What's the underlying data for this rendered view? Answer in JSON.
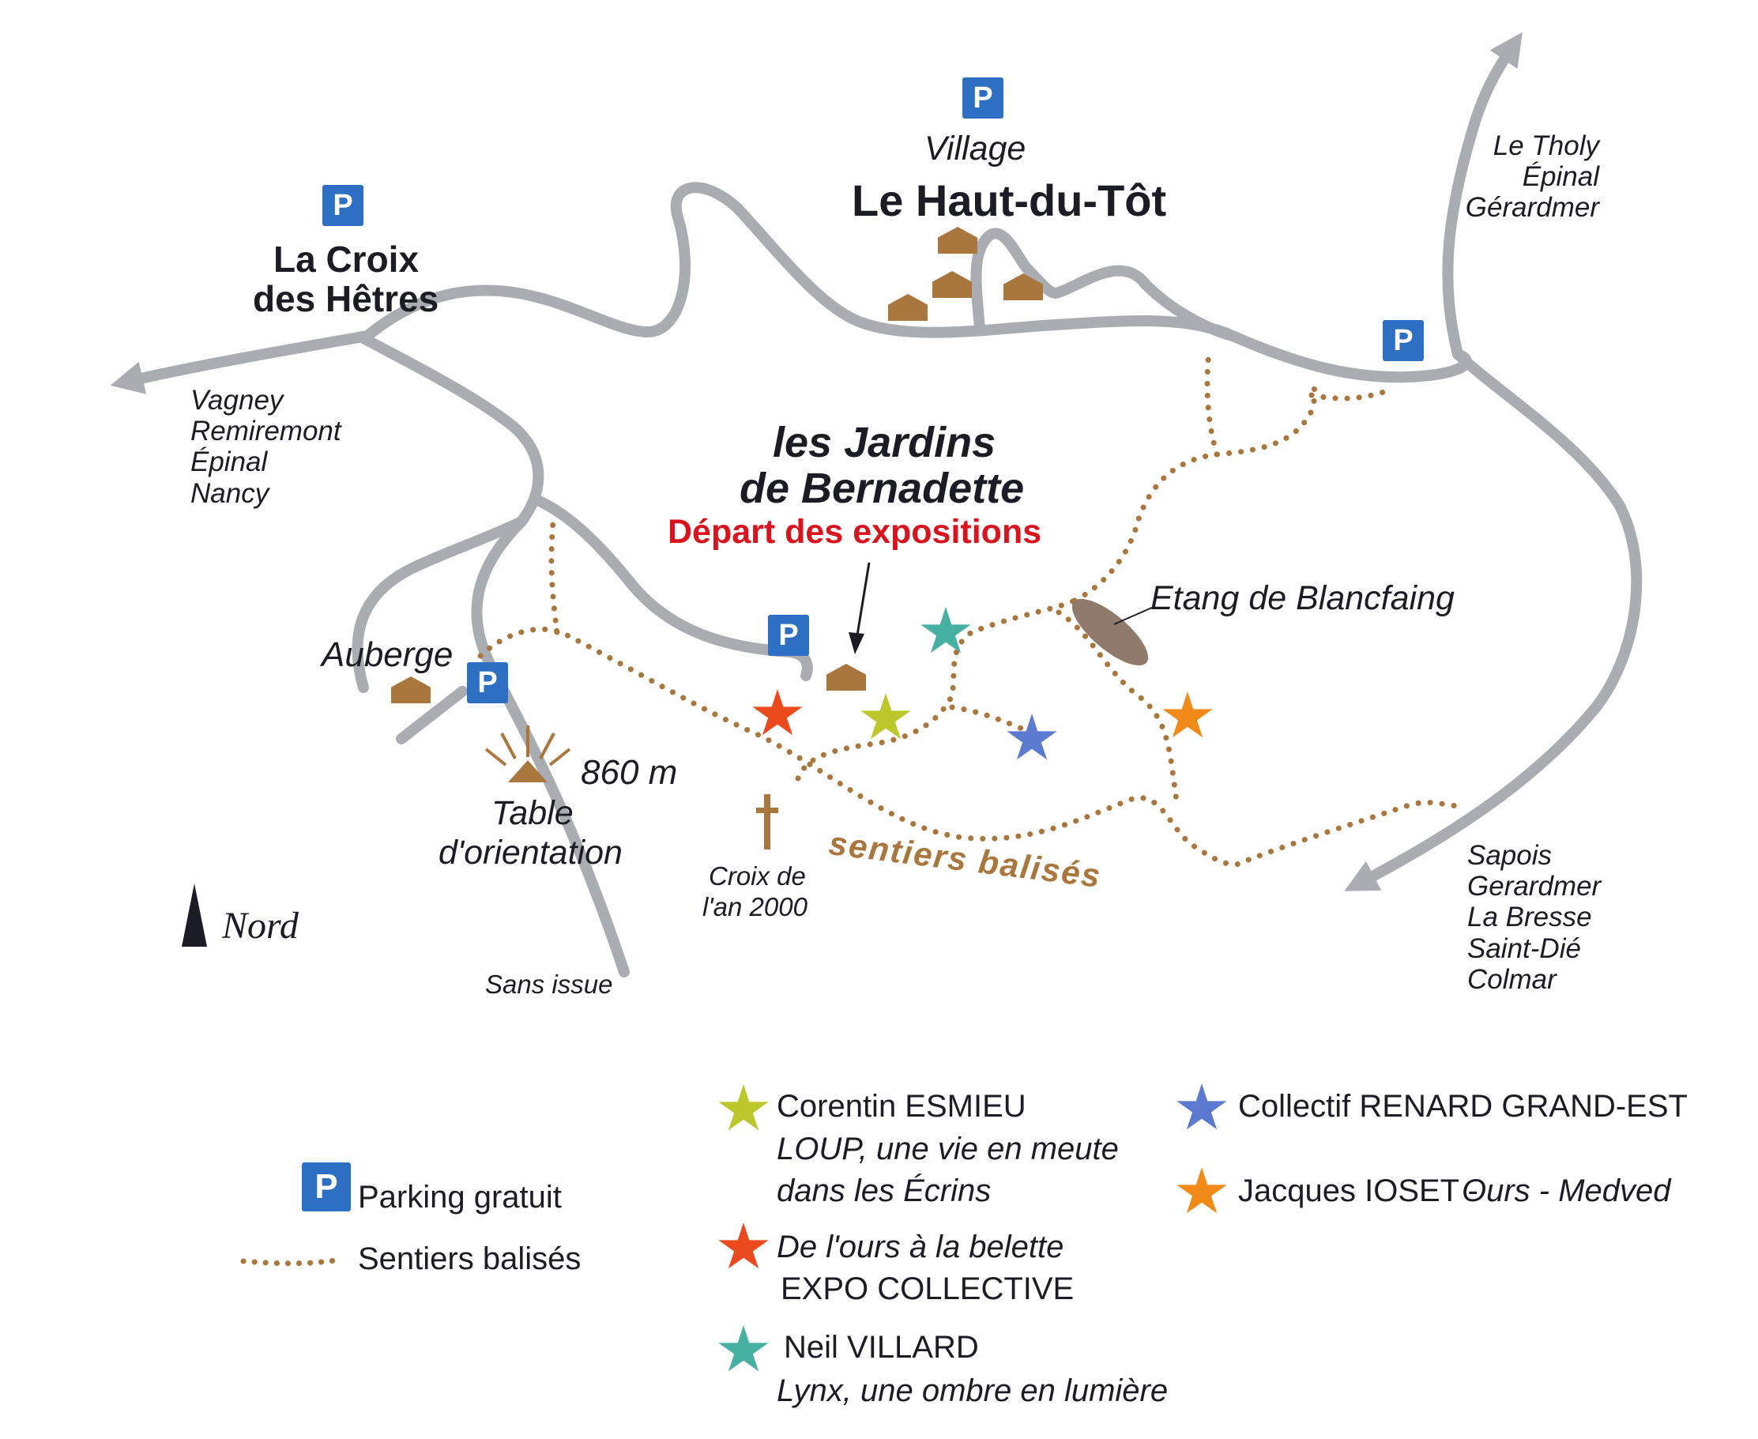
{
  "map": {
    "colors": {
      "road": "#a9adb2",
      "trail": "#a9773e",
      "parking": "#2d6fc2",
      "accent_red": "#d8141e",
      "hut": "#a9773e",
      "pond": "#8f7a6c"
    },
    "places": {
      "village_caption": "Village",
      "village_name": "Le Haut-du-Tôt",
      "croix_hetres_line1": "La Croix",
      "croix_hetres_line2": "des Hêtres",
      "jardins_line1": "les Jardins",
      "jardins_line2": "de Bernadette",
      "depart": "Départ des expositions",
      "etang": "Etang de Blancfaing",
      "auberge": "Auberge",
      "altitude": "860 m",
      "table_line1": "Table",
      "table_line2": "d'orientation",
      "croix_line1": "Croix de",
      "croix_line2": "l'an 2000",
      "sentiers": "sentiers balisés",
      "nord": "Nord",
      "sans_issue": "Sans issue"
    },
    "destinations": {
      "west": [
        "Vagney",
        "Remiremont",
        "Épinal",
        "Nancy"
      ],
      "north_east": [
        "Le Tholy",
        "Épinal",
        "Gérardmer"
      ],
      "south_east": [
        "Sapois",
        "Gerardmer",
        "La Bresse",
        "Saint-Dié",
        "Colmar"
      ]
    },
    "parking_letter": "P"
  },
  "legend": {
    "parking_label": "Parking gratuit",
    "trails_label": "Sentiers balisés",
    "exhibitions": [
      {
        "color": "#bcc72b",
        "name": "Corentin ESMIEU",
        "title_line1": "LOUP, une vie en meute",
        "title_line2": "dans les Écrins"
      },
      {
        "color": "#ea4a1e",
        "title_line1": "De l'ours à la belette",
        "name": "EXPO COLLECTIVE"
      },
      {
        "color": "#46b0a3",
        "name": "Neil VILLARD",
        "title_line1": "Lynx, une ombre en lumière"
      },
      {
        "color": "#5c7ad0",
        "name": "Collectif RENARD GRAND-EST"
      },
      {
        "color": "#f28a1a",
        "name": "Jacques IOSET -",
        "title_line1": "Ours - Medved"
      }
    ]
  }
}
